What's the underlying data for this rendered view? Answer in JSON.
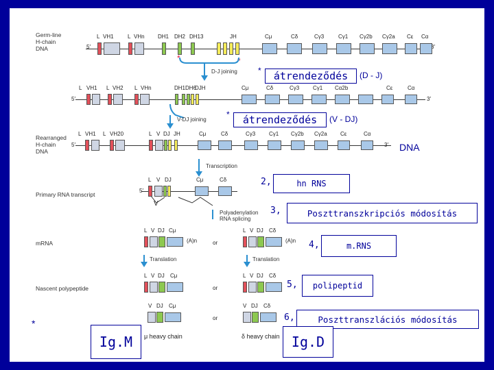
{
  "labels": {
    "germline": [
      "Germ-line",
      "H-chain",
      "DNA"
    ],
    "rearranged": [
      "Rearranged",
      "H-chain",
      "DNA"
    ],
    "primary": "Primary RNA transcript",
    "mrna": "mRNA",
    "nascent": "Nascent polypeptide",
    "dj_joining": "D-J joining",
    "vdj_joining": "V-DJ joining",
    "transcription": "Transcription",
    "polyadenylation": [
      "Polyadenylation",
      "RNA splicing"
    ],
    "translation": "Translation",
    "or": "or",
    "mu_heavy": "μ heavy chain",
    "delta_heavy": "δ heavy chain",
    "five": "5′",
    "three": "3′",
    "poly_a": "(A)n",
    "v": "V"
  },
  "row1": {
    "segs": [
      "L",
      "VH1",
      "L",
      "VHn",
      "DH1",
      "DH2",
      "DH13",
      "JH",
      "Cμ",
      "Cδ",
      "Cγ3",
      "Cγ1",
      "Cγ2b",
      "Cγ2a",
      "Cε",
      "Cα"
    ]
  },
  "row2": {
    "segs": [
      "L",
      "VH1",
      "L",
      "VH2",
      "L",
      "VHn",
      "DH1",
      "DH6",
      "DJH",
      "Cμ",
      "Cδ",
      "Cγ3",
      "Cγ1",
      "Cα2b",
      "Cε",
      "Cα"
    ]
  },
  "row3": {
    "segs": [
      "L",
      "VH1",
      "L",
      "VH20",
      "L",
      "V",
      "DJ",
      "JH",
      "Cμ",
      "Cδ",
      "Cγ3",
      "Cγ1",
      "Cγ2b",
      "Cγ2a",
      "Cε",
      "Cα"
    ]
  },
  "row4": {
    "segs": [
      "L",
      "V",
      "DJ",
      "Cμ",
      "Cδ"
    ]
  },
  "mrna_row": {
    "left": [
      "L",
      "V",
      "DJ",
      "Cμ"
    ],
    "right": [
      "L",
      "V",
      "DJ",
      "Cδ"
    ]
  },
  "nascent_row": {
    "left": [
      "L",
      "V",
      "DJ",
      "Cμ"
    ],
    "right": [
      "L",
      "V",
      "DJ",
      "Cδ"
    ]
  },
  "final_row": {
    "left": [
      "V",
      "DJ",
      "Cμ"
    ],
    "right": [
      "V",
      "DJ",
      "Cδ"
    ]
  },
  "overlays": {
    "step1_box": "átrendeződés",
    "step1_suffix": "(D - J)",
    "step1_bullet": "*",
    "step2_box": "átrendeződés",
    "step2_suffix": "(V - DJ)",
    "dna": "DNA",
    "n2": "2,",
    "hn": "hn RNS",
    "n3": "3,",
    "post_tx": "Poszttranszkripciós módosítás",
    "n4": "4,",
    "mrns": "m.RNS",
    "n5": "5,",
    "polipeptid": "polipeptid",
    "n6": "6,",
    "post_tl": "Poszttranszlációs módosítás",
    "igm": "Ig.M",
    "igd": "Ig.D",
    "star": "*"
  },
  "colors": {
    "background": "#00009a",
    "leader": "#e2505a",
    "variable": "#cfd6e4",
    "diversity": "#8dc850",
    "joining": "#f5ec5a",
    "constant": "#a9c8e8",
    "arrow": "#2a8fd0",
    "star": "#e0224a"
  }
}
